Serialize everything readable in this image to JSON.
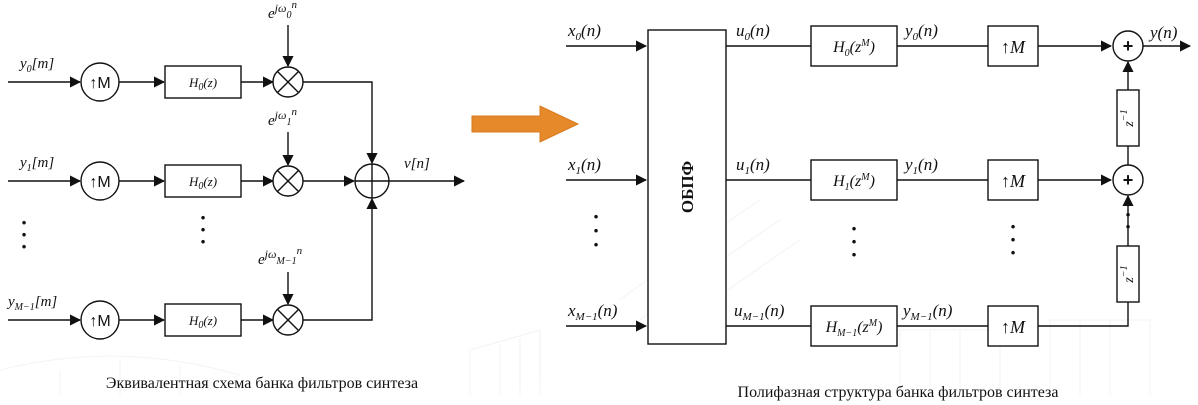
{
  "left": {
    "caption": "Эквивалентная схема банка фильтров синтеза",
    "inputs": [
      {
        "base": "y",
        "sub": "0",
        "arg": "[m]"
      },
      {
        "base": "y",
        "sub": "1",
        "arg": "[m]"
      },
      {
        "base": "y",
        "sub": "M−1",
        "arg": "[m]"
      }
    ],
    "upsampler": "↑M",
    "filter": {
      "base": "H",
      "sub": "0",
      "arg": "(z)"
    },
    "exponentials": [
      {
        "base": "e",
        "sup": "jω",
        "sub": "0",
        "pow": "n"
      },
      {
        "base": "e",
        "sup": "jω",
        "sub": "1",
        "pow": "n"
      },
      {
        "base": "e",
        "sup": "jω",
        "sub": "M−1",
        "pow": "n"
      }
    ],
    "output": "v[n]"
  },
  "right": {
    "caption": "Полифазная структура банка фильтров синтеза",
    "transform_label": "ОБПФ",
    "inputs": [
      {
        "base": "x",
        "sub": "0",
        "arg": "(n)"
      },
      {
        "base": "x",
        "sub": "1",
        "arg": "(n)"
      },
      {
        "base": "x",
        "sub": "M−1",
        "arg": "(n)"
      }
    ],
    "mids": [
      {
        "base": "u",
        "sub": "0",
        "arg": "(n)"
      },
      {
        "base": "u",
        "sub": "1",
        "arg": "(n)"
      },
      {
        "base": "u",
        "sub": "M−1",
        "arg": "(n)"
      }
    ],
    "filters": [
      {
        "base": "H",
        "sub": "0",
        "arg": "(z",
        "sup": "M",
        "close": ")"
      },
      {
        "base": "H",
        "sub": "1",
        "arg": "(z",
        "sup": "M",
        "close": ")"
      },
      {
        "base": "H",
        "sub": "M−1",
        "arg": "(z",
        "sup": "M",
        "close": ")"
      }
    ],
    "outs": [
      {
        "base": "y",
        "sub": "0",
        "arg": "(n)"
      },
      {
        "base": "y",
        "sub": "1",
        "arg": "(n)"
      },
      {
        "base": "y",
        "sub": "M−1",
        "arg": "(n)"
      }
    ],
    "upsampler": "↑M",
    "adder": "+",
    "delay": {
      "base": "z",
      "sup": "−1"
    },
    "output": "y(n)"
  },
  "colors": {
    "arrow": "#e6892a",
    "line": "#111111"
  }
}
